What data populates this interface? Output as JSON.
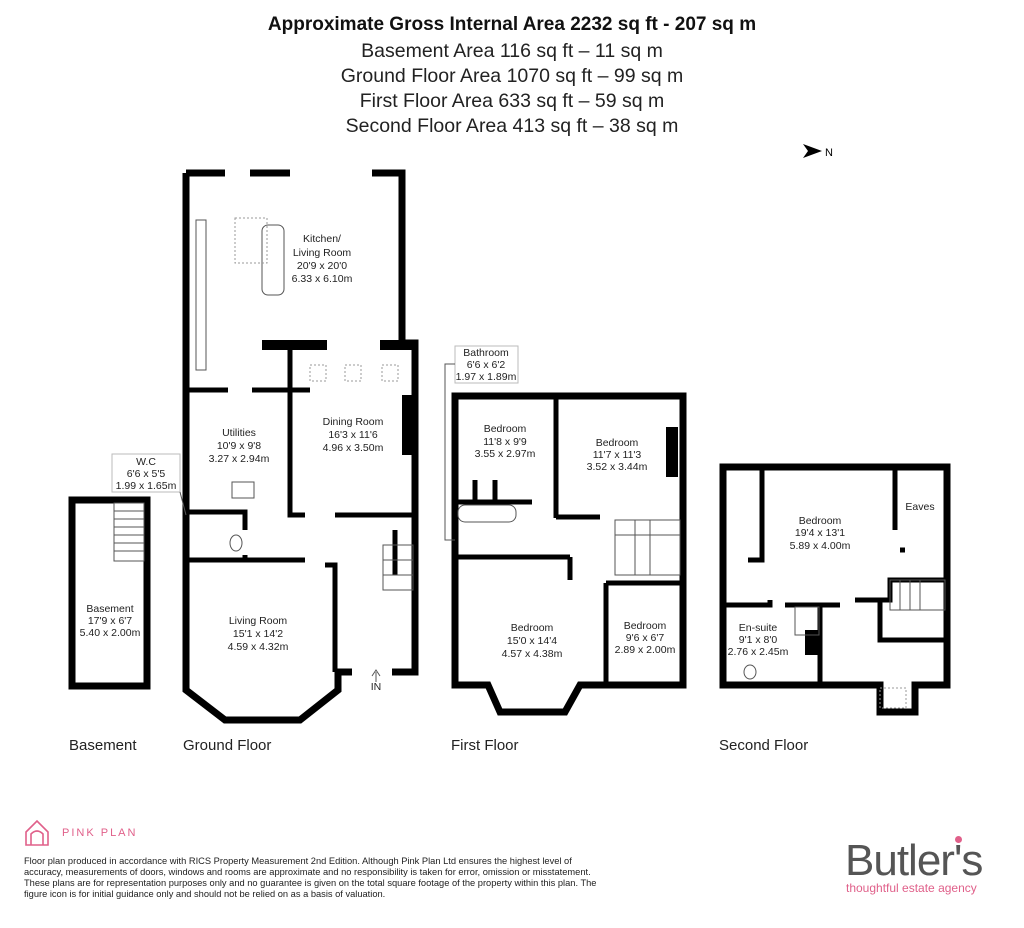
{
  "header": {
    "title": "Approximate Gross Internal Area 2232 sq ft - 207 sq m",
    "areas": [
      "Basement Area 116 sq ft – 11 sq m",
      "Ground Floor Area 1070 sq ft – 99 sq m",
      "First Floor Area 633 sq ft – 59 sq m",
      "Second Floor Area 413 sq ft – 38 sq m"
    ]
  },
  "compass": {
    "label": "N",
    "icon": "north-arrow-icon"
  },
  "floors": {
    "basement": {
      "label": "Basement",
      "rooms": [
        {
          "name": "Basement",
          "imperial": "17'9 x 6'7",
          "metric": "5.40 x 2.00m"
        }
      ]
    },
    "ground": {
      "label": "Ground Floor",
      "entrance": "IN",
      "rooms": [
        {
          "name": "Kitchen/",
          "name2": "Living Room",
          "imperial": "20'9 x 20'0",
          "metric": "6.33 x 6.10m"
        },
        {
          "name": "Utilities",
          "imperial": "10'9 x 9'8",
          "metric": "3.27 x 2.94m"
        },
        {
          "name": "Dining Room",
          "imperial": "16'3 x 11'6",
          "metric": "4.96 x 3.50m"
        },
        {
          "name": "W.C",
          "imperial": "6'6 x 5'5",
          "metric": "1.99 x 1.65m"
        },
        {
          "name": "Living Room",
          "imperial": "15'1 x 14'2",
          "metric": "4.59 x 4.32m"
        }
      ]
    },
    "first": {
      "label": "First Floor",
      "rooms": [
        {
          "name": "Bathroom",
          "imperial": "6'6 x 6'2",
          "metric": "1.97 x 1.89m"
        },
        {
          "name": "Bedroom",
          "imperial": "11'8 x 9'9",
          "metric": "3.55 x 2.97m"
        },
        {
          "name": "Bedroom",
          "imperial": "11'7 x 11'3",
          "metric": "3.52 x 3.44m"
        },
        {
          "name": "Bedroom",
          "imperial": "15'0 x 14'4",
          "metric": "4.57 x 4.38m"
        },
        {
          "name": "Bedroom",
          "imperial": "9'6 x 6'7",
          "metric": "2.89 x 2.00m"
        }
      ]
    },
    "second": {
      "label": "Second Floor",
      "rooms": [
        {
          "name": "Bedroom",
          "imperial": "19'4 x 13'1",
          "metric": "5.89 x 4.00m"
        },
        {
          "name": "Eaves"
        },
        {
          "name": "En-suite",
          "imperial": "9'1 x 8'0",
          "metric": "2.76 x 2.45m"
        }
      ]
    }
  },
  "footer": {
    "brand": "PINK PLAN",
    "disclaimer": "Floor plan produced in accordance with RICS Property Measurement 2nd Edition. Although Pink Plan Ltd ensures the highest level of accuracy, measurements of doors, windows and rooms are approximate and no responsibility is taken for error, omission or misstatement. These plans are for representation purposes only and no guarantee is given on the total square footage of the property within this plan. The figure icon is for initial guidance only and should not be relied on as a basis of valuation.",
    "agent": "Butler's",
    "agent_tagline": "thoughtful estate agency"
  },
  "colors": {
    "brand_pink": "#e0608a",
    "agent_grey": "#555555",
    "wall": "#000000"
  }
}
